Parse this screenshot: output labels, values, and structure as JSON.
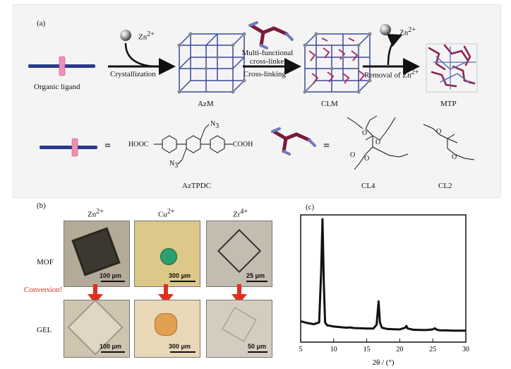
{
  "panel_a": {
    "label": "(a)",
    "organic_ligand": "Organic ligand",
    "zn_ion": "Zn",
    "zn_charge": "2+",
    "crystallization": "Crystallization",
    "azm": "AzM",
    "crosslinker_line1": "Multi-functional",
    "crosslinker_line2": "cross-linker",
    "cross_linking": "Cross-linking",
    "clm": "CLM",
    "zn_ion_out": "Zn",
    "zn_charge_out": "2+",
    "removal": "Removal of Zn",
    "removal_charge": "2+",
    "mtp": "MTP",
    "equals": "=",
    "hooc": "HOOC",
    "cooh": "COOH",
    "n3": "N",
    "n3_sub": "3",
    "aztpdc": "AzTPDC",
    "cl4": "CL4",
    "cl2": "CL2"
  },
  "panel_b": {
    "label": "(b)",
    "col_zn": "Zn",
    "col_zn_charge": "2+",
    "col_cu": "Cu",
    "col_cu_charge": "2+",
    "col_zr": "Zr",
    "col_zr_charge": "4+",
    "row_mof": "MOF",
    "row_gel": "GEL",
    "conversion": "Conversion!",
    "scale_mof_zn": "100 μm",
    "scale_mof_cu": "300 μm",
    "scale_mof_zr": "25 μm",
    "scale_gel_zn": "100 μm",
    "scale_gel_cu": "300 μm",
    "scale_gel_zr": "50 μm"
  },
  "panel_c": {
    "label": "(c)"
  },
  "chart_data": {
    "type": "line",
    "title": "",
    "xlabel": "2θ / (°)",
    "ylabel": "",
    "xlim": [
      5,
      30
    ],
    "xticks": [
      5,
      10,
      15,
      20,
      25,
      30
    ],
    "grid": false,
    "legend": "none",
    "series": [
      {
        "x": [
          5,
          6,
          7,
          7.8,
          8.1,
          8.3,
          8.5,
          8.7,
          9.0,
          10,
          11,
          12,
          12.5,
          13,
          14,
          15,
          16,
          16.5,
          16.8,
          17.0,
          17.3,
          18,
          19,
          20,
          20.8,
          21,
          21.2,
          22,
          23,
          24,
          25,
          25.3,
          25.6,
          26,
          27,
          28,
          29,
          30
        ],
        "y": [
          0.13,
          0.115,
          0.105,
          0.12,
          0.55,
          1.0,
          0.45,
          0.12,
          0.095,
          0.085,
          0.08,
          0.075,
          0.078,
          0.072,
          0.07,
          0.068,
          0.068,
          0.1,
          0.3,
          0.12,
          0.075,
          0.065,
          0.062,
          0.06,
          0.075,
          0.09,
          0.068,
          0.058,
          0.056,
          0.055,
          0.06,
          0.07,
          0.058,
          0.053,
          0.052,
          0.05,
          0.05,
          0.05
        ]
      }
    ]
  }
}
